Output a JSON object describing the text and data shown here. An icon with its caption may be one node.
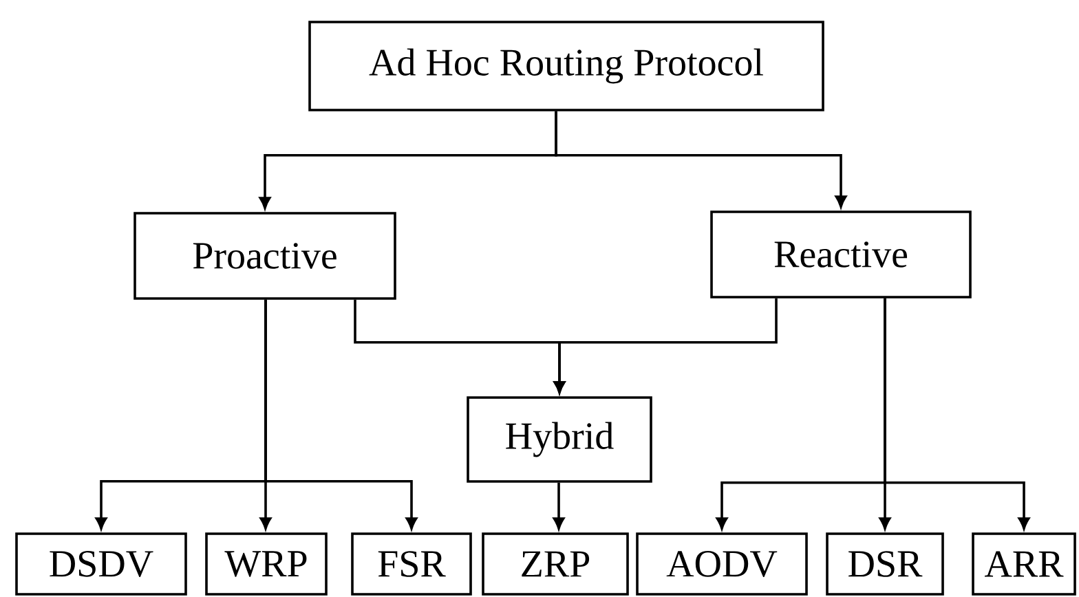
{
  "diagram": {
    "nodes": [
      {
        "text": [
          "Ad Hoc Routing Protocol"
        ]
      },
      {
        "text": [
          "Proactive"
        ]
      },
      {
        "text": [
          "Reactive"
        ]
      },
      {
        "text": [
          "Hybrid"
        ]
      },
      {
        "text": [
          "DSDV"
        ]
      },
      {
        "text": [
          "WRP"
        ]
      },
      {
        "text": [
          "FSR"
        ]
      },
      {
        "text": [
          "ZRP"
        ]
      },
      {
        "text": [
          "AODV"
        ]
      },
      {
        "text": [
          "DSR"
        ]
      },
      {
        "text": [
          "ARR"
        ]
      }
    ],
    "edges": [
      {
        "from": 0,
        "to": 1,
        "arrow": "to"
      },
      {
        "from": 0,
        "to": 2,
        "arrow": "to"
      },
      {
        "from": 1,
        "to": 3,
        "arrow": "to"
      },
      {
        "from": 2,
        "to": 3,
        "arrow": "to"
      },
      {
        "from": 1,
        "to": 4,
        "arrow": "to"
      },
      {
        "from": 1,
        "to": 5,
        "arrow": "to"
      },
      {
        "from": 1,
        "to": 6,
        "arrow": "to"
      },
      {
        "from": 3,
        "to": 7,
        "arrow": "to"
      },
      {
        "from": 2,
        "to": 8,
        "arrow": "to"
      },
      {
        "from": 2,
        "to": 9,
        "arrow": "to"
      },
      {
        "from": 2,
        "to": 10,
        "arrow": "to"
      }
    ]
  }
}
